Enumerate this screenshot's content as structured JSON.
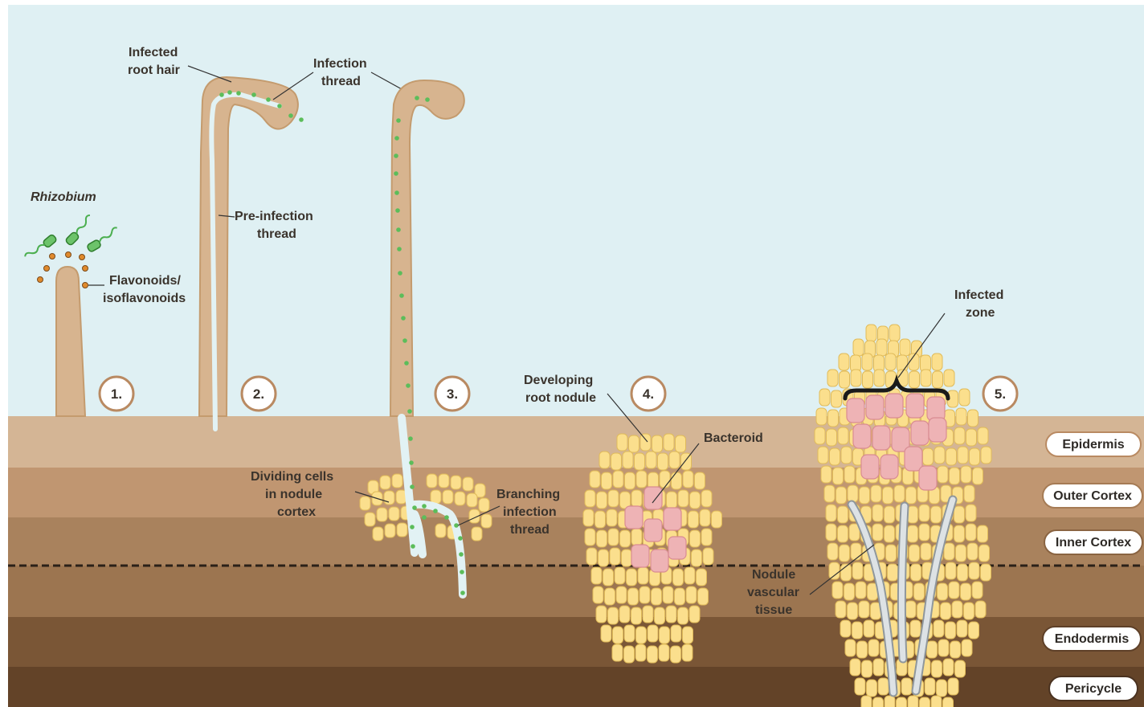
{
  "steps": [
    "1.",
    "2.",
    "3.",
    "4.",
    "5."
  ],
  "labels": {
    "rhizobium": "Rhizobium",
    "flavonoids_1": "Flavonoids/",
    "flavonoids_2": "isoflavonoids",
    "infected_root_hair_1": "Infected",
    "infected_root_hair_2": "root hair",
    "infection_thread_1": "Infection",
    "infection_thread_2": "thread",
    "pre_infection_1": "Pre-infection",
    "pre_infection_2": "thread",
    "dividing_1": "Dividing cells",
    "dividing_2": "in nodule",
    "dividing_3": "cortex",
    "branching_1": "Branching",
    "branching_2": "infection",
    "branching_3": "thread",
    "developing_1": "Developing",
    "developing_2": "root nodule",
    "bacteroid": "Bacteroid",
    "infected_zone_1": "Infected",
    "infected_zone_2": "zone",
    "vascular_1": "Nodule",
    "vascular_2": "vascular",
    "vascular_3": "tissue"
  },
  "layers": [
    "Epidermis",
    "Outer Cortex",
    "Inner Cortex",
    "Endodermis",
    "Pericycle"
  ],
  "colors": {
    "sky": "#dff0f3",
    "epidermis": "#d4b595",
    "outer_cortex": "#c09671",
    "inner_cortex": "#a9825d",
    "mid_cortex": "#9c7550",
    "endodermis": "#7a5636",
    "pericycle": "#634328",
    "root_hair": "#d7b48f",
    "cell": "#fbdf8d",
    "infected_cell": "#eeb3b5",
    "bacteria": "#5cbd5a",
    "flavonoid": "#e08a2c",
    "vascular": "#d8dde0"
  }
}
